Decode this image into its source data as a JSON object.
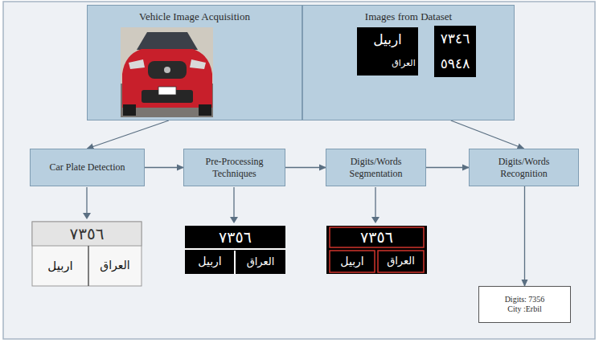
{
  "diagram": {
    "nodes": [
      {
        "text": [
          "Vehicle Image Acquisition"
        ]
      },
      {
        "text": [
          "Images from Dataset"
        ]
      },
      {
        "text": [
          "Car Plate Detection"
        ]
      },
      {
        "text": [
          "Pre-Processing Techniques"
        ]
      },
      {
        "text": [
          "Digits/Words Segmentation"
        ]
      },
      {
        "text": [
          "Digits/Words Recognition"
        ]
      },
      {
        "text": [
          "Digits: 7356",
          "City :Erbil"
        ]
      }
    ],
    "edges": [
      {
        "from": 0,
        "to": 2,
        "arrow": "to"
      },
      {
        "from": 1,
        "to": 5,
        "arrow": "to"
      },
      {
        "from": 2,
        "to": 3,
        "arrow": "to"
      },
      {
        "from": 3,
        "to": 4,
        "arrow": "to"
      },
      {
        "from": 4,
        "to": 5,
        "arrow": "to"
      },
      {
        "from": 5,
        "to": 6,
        "arrow": "to"
      }
    ],
    "labels": [
      "اربيل",
      "العراق",
      "٧٣٤٦",
      "٥٩٤٨",
      "٧٣٥٦",
      "العراق",
      "اربيل",
      "٧٣٥٦",
      "العراق",
      "اربيل",
      "٧٣٥٦",
      "العراق",
      "اربيل"
    ]
  }
}
